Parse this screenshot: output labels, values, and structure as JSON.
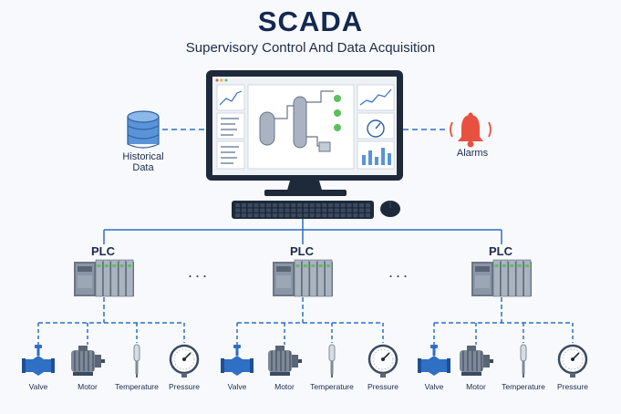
{
  "header": {
    "title": "SCADA",
    "subtitle": "Supervisory Control And Data Acquisition"
  },
  "historical": {
    "line1": "Historical",
    "line2": "Data"
  },
  "alarms": {
    "label": "Alarms"
  },
  "plc_groups": [
    {
      "label": "PLC",
      "devices": [
        "Valve",
        "Motor",
        "Temperature",
        "Pressure"
      ]
    },
    {
      "label": "PLC",
      "devices": [
        "Valve",
        "Motor",
        "Temperature",
        "Pressure"
      ]
    },
    {
      "label": "PLC",
      "devices": [
        "Valve",
        "Motor",
        "Temperature",
        "Pressure"
      ]
    }
  ],
  "ellipsis": "...",
  "colors": {
    "navy": "#142850",
    "blue": "#2f6fc4",
    "panel": "#7f8a99",
    "alarm": "#e8513f",
    "green": "#5cc05c"
  }
}
